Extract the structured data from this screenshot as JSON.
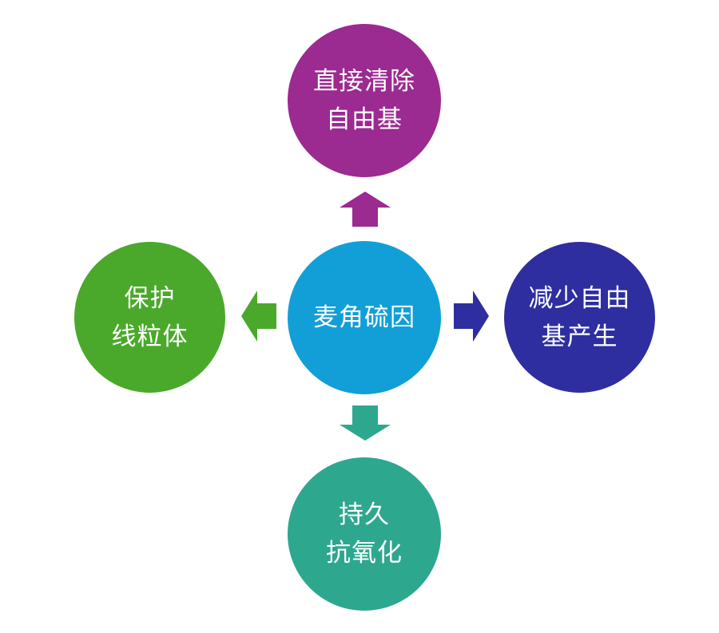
{
  "nodes": {
    "center": {
      "lines": [
        "麦角硫因"
      ],
      "color": "#129fd7"
    },
    "top": {
      "lines": [
        "直接清除",
        "自由基"
      ],
      "color": "#9b2a91"
    },
    "right": {
      "lines": [
        "减少自由",
        "基产生"
      ],
      "color": "#2e2ea0"
    },
    "left": {
      "lines": [
        "保护",
        "线粒体"
      ],
      "color": "#4aa92b"
    },
    "bottom": {
      "lines": [
        "持久",
        "抗氧化"
      ],
      "color": "#2ea78f"
    }
  },
  "arrows": {
    "up": {
      "color": "#9b2a91",
      "icon": "arrow-up-icon"
    },
    "right": {
      "color": "#2e2ea0",
      "icon": "arrow-right-icon"
    },
    "left": {
      "color": "#4aa92b",
      "icon": "arrow-left-icon"
    },
    "down": {
      "color": "#2ea78f",
      "icon": "arrow-down-icon"
    }
  }
}
